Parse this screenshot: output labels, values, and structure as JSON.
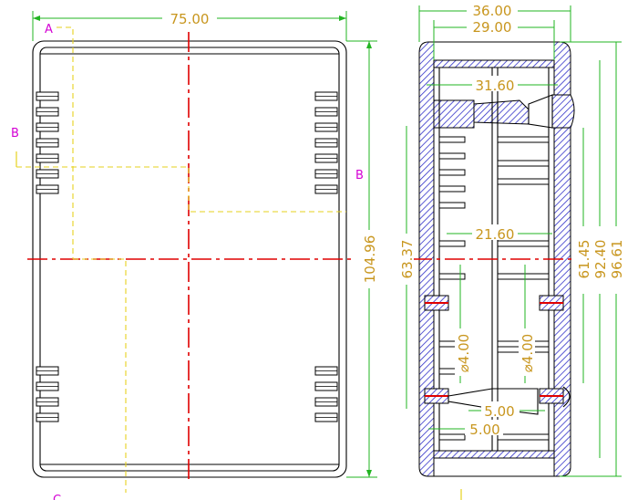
{
  "front_view": {
    "width_dim": "75.00",
    "height_dim": "104.96",
    "section_labels": {
      "a": "A",
      "b_left": "B",
      "b_right": "B",
      "c": "C"
    }
  },
  "section_view": {
    "dims": {
      "outer_width": "36.00",
      "inner_width": "29.00",
      "boss_width": "31.60",
      "rib_spacing": "21.60",
      "rib_height": "63.37",
      "inner_height": "61.45",
      "mid_height": "92.40",
      "outer_height": "96.61",
      "post_dia_left": "⌀4.00",
      "post_dia_right": "⌀4.00",
      "step_upper": "5.00",
      "step_lower": "5.00"
    }
  },
  "colors": {
    "dimension": "#c8961e",
    "extension": "#22b422",
    "centerline": "#e00000",
    "hidden": "#e6d21e",
    "hatch": "#3030c8",
    "section_label": "#d400d4"
  }
}
